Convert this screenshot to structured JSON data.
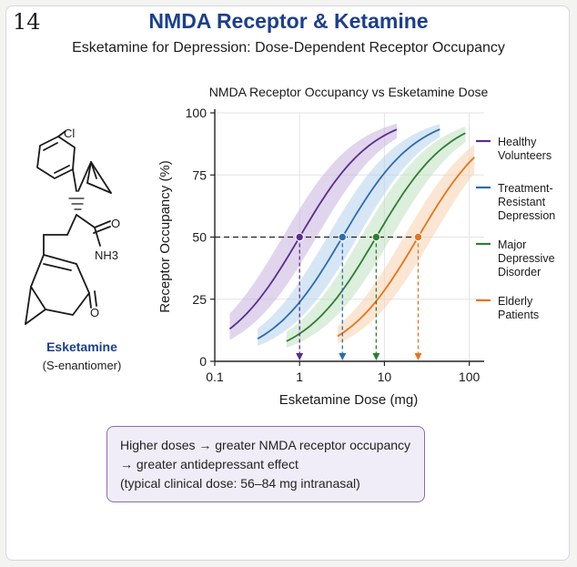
{
  "page_number": "14",
  "title": "NMDA Receptor & Ketamine",
  "subtitle": "Esketamine for Depression: Dose-Dependent Receptor Occupancy",
  "molecule": {
    "name": "Esketamine",
    "enantiomer": "(S-enantiomer)",
    "atoms": {
      "cl": "Cl",
      "o1": "O",
      "nh3": "NH3",
      "o2": "O"
    }
  },
  "callout": {
    "line1": "Higher doses → greater NMDA receptor occupancy",
    "line2": "→ greater antidepressant effect",
    "line3": "(typical clinical dose: 56–84 mg intranasal)"
  },
  "chart_data": {
    "type": "line",
    "title": "NMDA Receptor Occupancy vs Esketamine Dose",
    "xlabel": "Esketamine Dose (mg)",
    "ylabel": "Receptor Occupancy (%)",
    "xscale": "log",
    "xlim": [
      0.1,
      150
    ],
    "ylim": [
      0,
      100
    ],
    "xticks": [
      0.1,
      1,
      10,
      100
    ],
    "xtick_labels": [
      "0.1",
      "1",
      "10",
      "100"
    ],
    "yticks": [
      0,
      25,
      50,
      75,
      100
    ],
    "ytick_labels": [
      "0",
      "25",
      "50",
      "75",
      "100"
    ],
    "grid": true,
    "legend": "right",
    "reference_line": {
      "y": 50,
      "style": "dashed"
    },
    "series": [
      {
        "name": "Healthy Volunteers",
        "legend_lines": [
          "Healthy",
          "Volunteers"
        ],
        "color": "#5b2d8e",
        "band_color": "#c7b3de",
        "ed50": 1.0,
        "x_range": [
          0.15,
          14
        ],
        "band_width": 0.2
      },
      {
        "name": "Treatment-Resistant Depression",
        "legend_lines": [
          "Treatment-",
          "Resistant",
          "Depression"
        ],
        "color": "#2b6cb0",
        "band_color": "#b7d2ec",
        "ed50": 3.2,
        "x_range": [
          0.32,
          45
        ],
        "band_width": 0.18
      },
      {
        "name": "Major Depressive Disorder",
        "legend_lines": [
          "Major",
          "Depressive",
          "Disorder"
        ],
        "color": "#2e7d32",
        "band_color": "#bfe0bf",
        "ed50": 8.0,
        "x_range": [
          0.7,
          90
        ],
        "band_width": 0.18
      },
      {
        "name": "Elderly Patients",
        "legend_lines": [
          "Elderly",
          "Patients"
        ],
        "color": "#e8731a",
        "band_color": "#f8d2b0",
        "ed50": 25,
        "x_range": [
          2.8,
          115
        ],
        "band_width": 0.17
      }
    ]
  }
}
